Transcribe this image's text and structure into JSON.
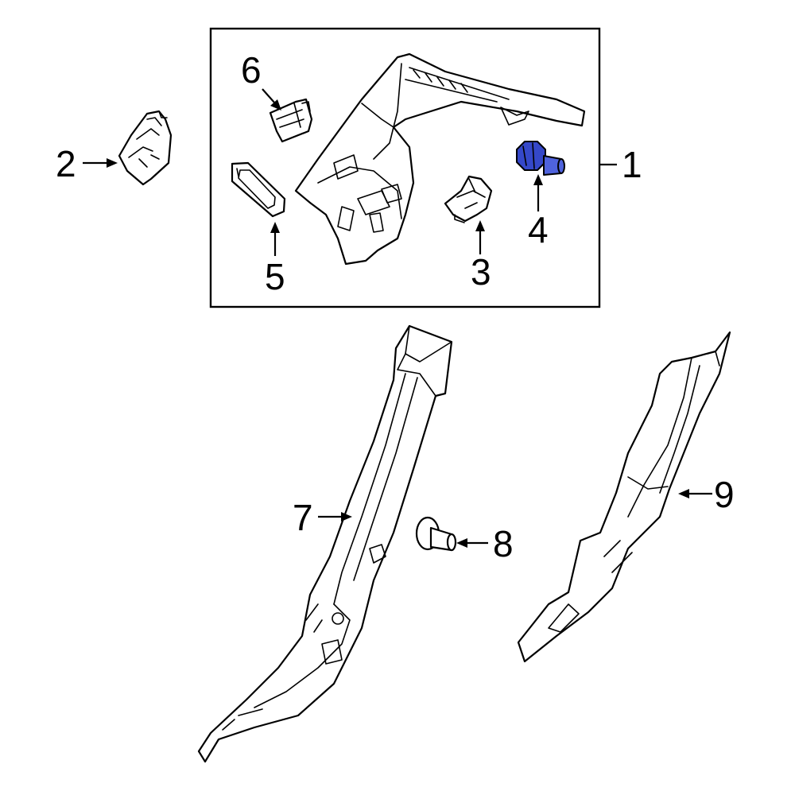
{
  "callouts": [
    {
      "id": "1",
      "label": "1"
    },
    {
      "id": "2",
      "label": "2"
    },
    {
      "id": "3",
      "label": "3"
    },
    {
      "id": "4",
      "label": "4"
    },
    {
      "id": "5",
      "label": "5"
    },
    {
      "id": "6",
      "label": "6"
    },
    {
      "id": "7",
      "label": "7"
    },
    {
      "id": "8",
      "label": "8"
    },
    {
      "id": "9",
      "label": "9"
    }
  ],
  "highlighted_part": "4",
  "colors": {
    "highlight": "#3548c9",
    "line": "#000000",
    "background": "#ffffff"
  }
}
